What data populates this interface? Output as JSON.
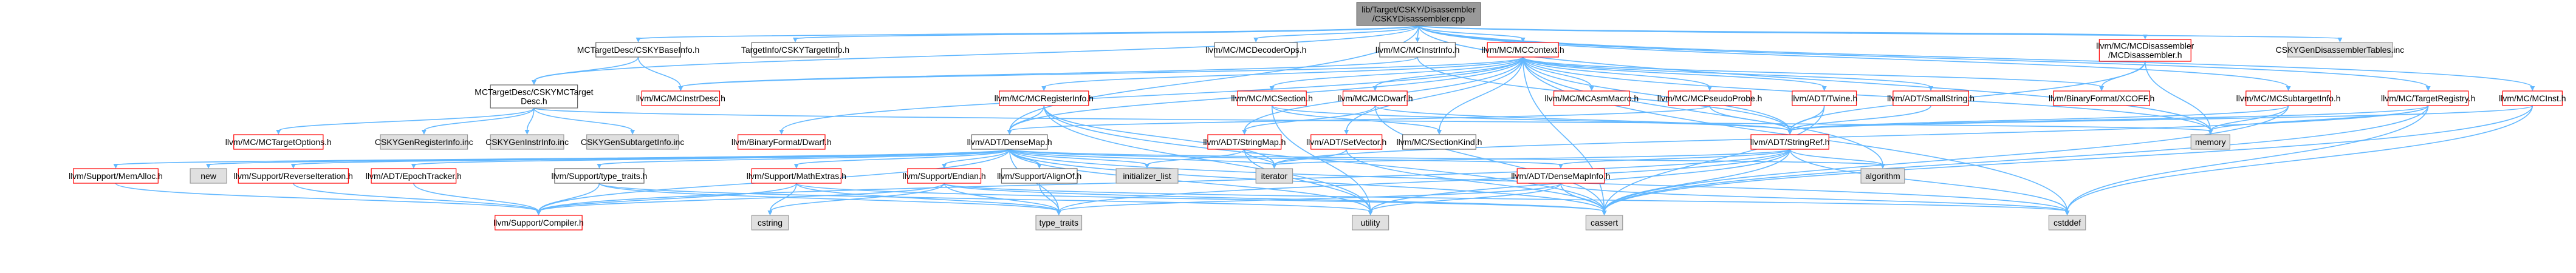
{
  "colors": {
    "edge": "#63b8ff",
    "root_fill": "#999999",
    "root_border": "#666666",
    "red_border": "#ff0000",
    "gray_border": "#999999",
    "gray_fill": "#e0e0e0",
    "white_fill": "#ffffff"
  },
  "nodes": [
    {
      "id": "root",
      "lines": [
        "lib/Target/CSKY/Disassembler",
        "/CSKYDisassembler.cpp"
      ],
      "style": "root"
    },
    {
      "id": "baseinfo",
      "lines": [
        "MCTargetDesc/CSKYBaseInfo.h"
      ],
      "style": "plain"
    },
    {
      "id": "tinfo",
      "lines": [
        "TargetInfo/CSKYTargetInfo.h"
      ],
      "style": "plain"
    },
    {
      "id": "decoderops",
      "lines": [
        "llvm/MC/MCDecoderOps.h"
      ],
      "style": "plain"
    },
    {
      "id": "instrinfo",
      "lines": [
        "llvm/MC/MCInstrInfo.h"
      ],
      "style": "plain"
    },
    {
      "id": "mccontext",
      "lines": [
        "llvm/MC/MCContext.h"
      ],
      "style": "red"
    },
    {
      "id": "mcdisasm",
      "lines": [
        "llvm/MC/MCDisassembler",
        "/MCDisassembler.h"
      ],
      "style": "red"
    },
    {
      "id": "gentables",
      "lines": [
        "CSKYGenDisassemblerTables.inc"
      ],
      "style": "gray"
    },
    {
      "id": "mctargetdesc",
      "lines": [
        "MCTargetDesc/CSKYMCTarget",
        "Desc.h"
      ],
      "style": "plain"
    },
    {
      "id": "instrdesc",
      "lines": [
        "llvm/MC/MCInstrDesc.h"
      ],
      "style": "red"
    },
    {
      "id": "regsinfo",
      "lines": [
        "llvm/MC/MCRegisterInfo.h"
      ],
      "style": "red"
    },
    {
      "id": "section",
      "lines": [
        "llvm/MC/MCSection.h"
      ],
      "style": "red"
    },
    {
      "id": "dwarf",
      "lines": [
        "llvm/MC/MCDwarf.h"
      ],
      "style": "red"
    },
    {
      "id": "asmmacro",
      "lines": [
        "llvm/MC/MCAsmMacro.h"
      ],
      "style": "red"
    },
    {
      "id": "pseudoprobe",
      "lines": [
        "llvm/MC/MCPseudoProbe.h"
      ],
      "style": "red"
    },
    {
      "id": "twine",
      "lines": [
        "llvm/ADT/Twine.h"
      ],
      "style": "red"
    },
    {
      "id": "smallstring",
      "lines": [
        "llvm/ADT/SmallString.h"
      ],
      "style": "red"
    },
    {
      "id": "xcoff",
      "lines": [
        "llvm/BinaryFormat/XCOFF.h"
      ],
      "style": "red"
    },
    {
      "id": "subtarget",
      "lines": [
        "llvm/MC/MCSubtargetInfo.h"
      ],
      "style": "red"
    },
    {
      "id": "treg",
      "lines": [
        "llvm/MC/TargetRegistry.h"
      ],
      "style": "red"
    },
    {
      "id": "mcinst",
      "lines": [
        "llvm/MC/MCInst.h"
      ],
      "style": "red"
    },
    {
      "id": "targetopts",
      "lines": [
        "llvm/MC/MCTargetOptions.h"
      ],
      "style": "red"
    },
    {
      "id": "genreg",
      "lines": [
        "CSKYGenRegisterInfo.inc"
      ],
      "style": "gray"
    },
    {
      "id": "geninstr",
      "lines": [
        "CSKYGenInstrInfo.inc"
      ],
      "style": "gray"
    },
    {
      "id": "gensubtarget",
      "lines": [
        "CSKYGenSubtargetInfo.inc"
      ],
      "style": "gray"
    },
    {
      "id": "bfdwarf",
      "lines": [
        "llvm/BinaryFormat/Dwarf.h"
      ],
      "style": "red"
    },
    {
      "id": "densemap",
      "lines": [
        "llvm/ADT/DenseMap.h"
      ],
      "style": "plain"
    },
    {
      "id": "stringmap",
      "lines": [
        "llvm/ADT/StringMap.h"
      ],
      "style": "red"
    },
    {
      "id": "setvector",
      "lines": [
        "llvm/ADT/SetVector.h"
      ],
      "style": "red"
    },
    {
      "id": "sectionkind",
      "lines": [
        "llvm/MC/SectionKind.h"
      ],
      "style": "plain"
    },
    {
      "id": "stringref",
      "lines": [
        "llvm/ADT/StringRef.h"
      ],
      "style": "red"
    },
    {
      "id": "memory",
      "lines": [
        "memory"
      ],
      "style": "gray"
    },
    {
      "id": "memalloc",
      "lines": [
        "llvm/Support/MemAlloc.h"
      ],
      "style": "red"
    },
    {
      "id": "new",
      "lines": [
        "new"
      ],
      "style": "gray"
    },
    {
      "id": "reverseiter",
      "lines": [
        "llvm/Support/ReverseIteration.h"
      ],
      "style": "red"
    },
    {
      "id": "epoch",
      "lines": [
        "llvm/ADT/EpochTracker.h"
      ],
      "style": "red"
    },
    {
      "id": "typetraitsh",
      "lines": [
        "llvm/Support/type_traits.h"
      ],
      "style": "plain"
    },
    {
      "id": "mathextras",
      "lines": [
        "llvm/Support/MathExtras.h"
      ],
      "style": "red"
    },
    {
      "id": "endian",
      "lines": [
        "llvm/Support/Endian.h"
      ],
      "style": "red"
    },
    {
      "id": "alignof",
      "lines": [
        "llvm/Support/AlignOf.h"
      ],
      "style": "plain"
    },
    {
      "id": "initlist",
      "lines": [
        "initializer_list"
      ],
      "style": "gray"
    },
    {
      "id": "iterator",
      "lines": [
        "iterator"
      ],
      "style": "gray"
    },
    {
      "id": "densemapinfo",
      "lines": [
        "llvm/ADT/DenseMapInfo.h"
      ],
      "style": "red"
    },
    {
      "id": "algorithm",
      "lines": [
        "algorithm"
      ],
      "style": "gray"
    },
    {
      "id": "compiler",
      "lines": [
        "llvm/Support/Compiler.h"
      ],
      "style": "red"
    },
    {
      "id": "cstring",
      "lines": [
        "cstring"
      ],
      "style": "gray"
    },
    {
      "id": "typetraits",
      "lines": [
        "type_traits"
      ],
      "style": "gray"
    },
    {
      "id": "utility",
      "lines": [
        "utility"
      ],
      "style": "gray"
    },
    {
      "id": "cassert",
      "lines": [
        "cassert"
      ],
      "style": "gray"
    },
    {
      "id": "cstddef",
      "lines": [
        "cstddef"
      ],
      "style": "gray"
    }
  ],
  "edges": [
    [
      "root",
      "baseinfo"
    ],
    [
      "root",
      "tinfo"
    ],
    [
      "root",
      "decoderops"
    ],
    [
      "root",
      "instrinfo"
    ],
    [
      "root",
      "mccontext"
    ],
    [
      "root",
      "mcdisasm"
    ],
    [
      "root",
      "gentables"
    ],
    [
      "root",
      "mctargetdesc"
    ],
    [
      "root",
      "treg"
    ],
    [
      "root",
      "mcinst"
    ],
    [
      "root",
      "memory"
    ],
    [
      "root",
      "subtarget"
    ],
    [
      "root",
      "densemap"
    ],
    [
      "baseinfo",
      "mctargetdesc"
    ],
    [
      "baseinfo",
      "instrdesc"
    ],
    [
      "mctargetdesc",
      "targetopts"
    ],
    [
      "mctargetdesc",
      "genreg"
    ],
    [
      "mctargetdesc",
      "geninstr"
    ],
    [
      "mctargetdesc",
      "gensubtarget"
    ],
    [
      "mctargetdesc",
      "memory"
    ],
    [
      "instrinfo",
      "instrdesc"
    ],
    [
      "instrinfo",
      "stringref"
    ],
    [
      "mccontext",
      "instrdesc"
    ],
    [
      "mccontext",
      "regsinfo"
    ],
    [
      "mccontext",
      "section"
    ],
    [
      "mccontext",
      "dwarf"
    ],
    [
      "mccontext",
      "asmmacro"
    ],
    [
      "mccontext",
      "pseudoprobe"
    ],
    [
      "mccontext",
      "twine"
    ],
    [
      "mccontext",
      "smallstring"
    ],
    [
      "mccontext",
      "xcoff"
    ],
    [
      "mccontext",
      "bfdwarf"
    ],
    [
      "mccontext",
      "densemap"
    ],
    [
      "mccontext",
      "stringmap"
    ],
    [
      "mccontext",
      "setvector"
    ],
    [
      "mccontext",
      "sectionkind"
    ],
    [
      "mccontext",
      "stringref"
    ],
    [
      "mccontext",
      "memory"
    ],
    [
      "mccontext",
      "algorithm"
    ],
    [
      "mccontext",
      "cassert"
    ],
    [
      "mccontext",
      "cstddef"
    ],
    [
      "mcdisasm",
      "xcoff"
    ],
    [
      "mcdisasm",
      "memory"
    ],
    [
      "mcdisasm",
      "stringref"
    ],
    [
      "regsinfo",
      "densemap"
    ],
    [
      "regsinfo",
      "iterator"
    ],
    [
      "regsinfo",
      "cassert"
    ],
    [
      "regsinfo",
      "utility"
    ],
    [
      "section",
      "stringref"
    ],
    [
      "section",
      "sectionkind"
    ],
    [
      "section",
      "utility"
    ],
    [
      "dwarf",
      "stringmap"
    ],
    [
      "dwarf",
      "stringref"
    ],
    [
      "dwarf",
      "cassert"
    ],
    [
      "pseudoprobe",
      "stringref"
    ],
    [
      "pseudoprobe",
      "densemap"
    ],
    [
      "twine",
      "stringref"
    ],
    [
      "twine",
      "cassert"
    ],
    [
      "smallstring",
      "stringref"
    ],
    [
      "subtarget",
      "stringref"
    ],
    [
      "subtarget",
      "cassert"
    ],
    [
      "subtarget",
      "memory"
    ],
    [
      "treg",
      "stringref"
    ],
    [
      "treg",
      "memory"
    ],
    [
      "treg",
      "cassert"
    ],
    [
      "treg",
      "cstddef"
    ],
    [
      "treg",
      "iterator"
    ],
    [
      "mcinst",
      "stringref"
    ],
    [
      "mcinst",
      "cassert"
    ],
    [
      "mcinst",
      "cstddef"
    ],
    [
      "densemap",
      "memalloc"
    ],
    [
      "densemap",
      "new"
    ],
    [
      "densemap",
      "reverseiter"
    ],
    [
      "densemap",
      "epoch"
    ],
    [
      "densemap",
      "typetraitsh"
    ],
    [
      "densemap",
      "mathextras"
    ],
    [
      "densemap",
      "endian"
    ],
    [
      "densemap",
      "alignof"
    ],
    [
      "densemap",
      "initlist"
    ],
    [
      "densemap",
      "iterator"
    ],
    [
      "densemap",
      "densemapinfo"
    ],
    [
      "densemap",
      "algorithm"
    ],
    [
      "densemap",
      "compiler"
    ],
    [
      "densemap",
      "utility"
    ],
    [
      "densemap",
      "cassert"
    ],
    [
      "densemap",
      "cstddef"
    ],
    [
      "densemap",
      "typetraits"
    ],
    [
      "stringmap",
      "iterator"
    ],
    [
      "stringmap",
      "initlist"
    ],
    [
      "stringmap",
      "utility"
    ],
    [
      "setvector",
      "iterator"
    ],
    [
      "setvector",
      "cassert"
    ],
    [
      "stringref",
      "densemapinfo"
    ],
    [
      "stringref",
      "iterator"
    ],
    [
      "stringref",
      "algorithm"
    ],
    [
      "stringref",
      "cassert"
    ],
    [
      "stringref",
      "cstddef"
    ],
    [
      "stringref",
      "compiler"
    ],
    [
      "stringref",
      "utility"
    ],
    [
      "stringref",
      "typetraits"
    ],
    [
      "memalloc",
      "compiler"
    ],
    [
      "reverseiter",
      "compiler"
    ],
    [
      "epoch",
      "compiler"
    ],
    [
      "typetraitsh",
      "compiler"
    ],
    [
      "typetraitsh",
      "typetraits"
    ],
    [
      "typetraitsh",
      "utility"
    ],
    [
      "mathextras",
      "compiler"
    ],
    [
      "mathextras",
      "cassert"
    ],
    [
      "mathextras",
      "typetraits"
    ],
    [
      "mathextras",
      "cstring"
    ],
    [
      "endian",
      "compiler"
    ],
    [
      "endian",
      "typetraits"
    ],
    [
      "endian",
      "cstddef"
    ],
    [
      "endian",
      "cassert"
    ],
    [
      "endian",
      "cstring"
    ],
    [
      "alignof",
      "typetraits"
    ],
    [
      "densemapinfo",
      "cassert"
    ],
    [
      "densemapinfo",
      "cstddef"
    ],
    [
      "densemapinfo",
      "typetraits"
    ],
    [
      "densemapinfo",
      "utility"
    ]
  ]
}
